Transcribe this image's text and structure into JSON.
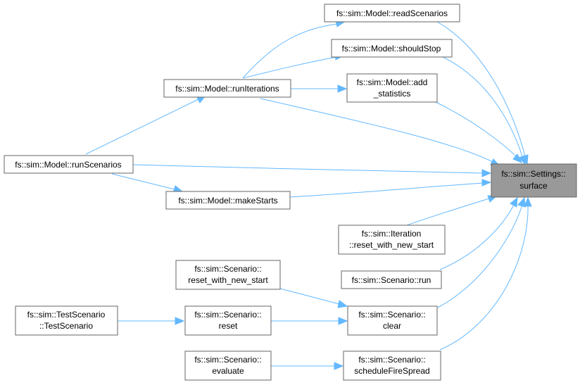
{
  "diagram": {
    "edge_color": "#63b8ff",
    "highlight_fill": "#999999",
    "nodes": {
      "readScenarios": [
        "fs::sim::Model::readScenarios"
      ],
      "shouldStop": [
        "fs::sim::Model::shouldStop"
      ],
      "addStatistics": [
        "fs::sim::Model::add",
        "_statistics"
      ],
      "runIterations": [
        "fs::sim::Model::runIterations"
      ],
      "runScenarios": [
        "fs::sim::Model::runScenarios"
      ],
      "makeStarts": [
        "fs::sim::Model::makeStarts"
      ],
      "surface": [
        "fs::sim::Settings::",
        "surface"
      ],
      "iterationReset": [
        "fs::sim::Iteration",
        "::reset_with_new_start"
      ],
      "scenarioRun": [
        "fs::sim::Scenario::run"
      ],
      "scenarioResetWithNewStart": [
        "fs::sim::Scenario::",
        "reset_with_new_start"
      ],
      "scenarioClear": [
        "fs::sim::Scenario::",
        "clear"
      ],
      "testScenario": [
        "fs::sim::TestScenario",
        "::TestScenario"
      ],
      "scenarioReset": [
        "fs::sim::Scenario::",
        "reset"
      ],
      "scenarioEvaluate": [
        "fs::sim::Scenario::",
        "evaluate"
      ],
      "scheduleFireSpread": [
        "fs::sim::Scenario::",
        "scheduleFireSpread"
      ]
    }
  }
}
